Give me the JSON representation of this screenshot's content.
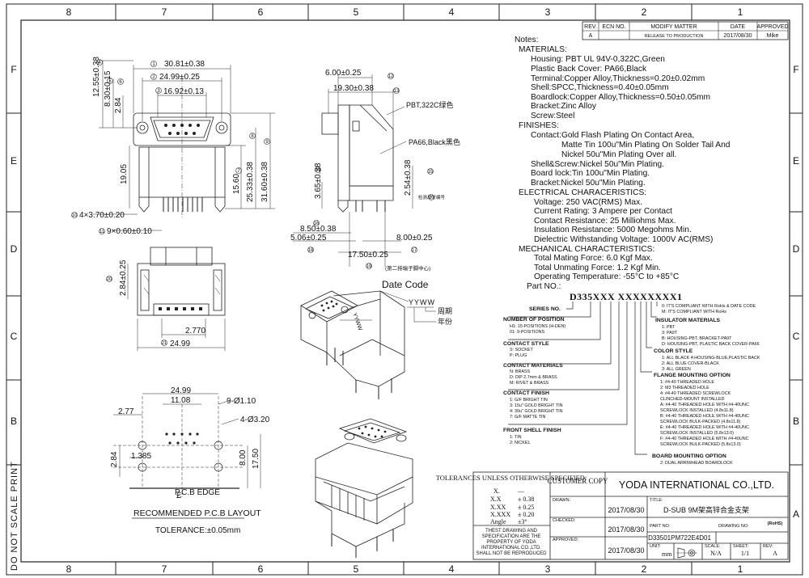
{
  "zones": {
    "cols_top": [
      "8",
      "7",
      "6",
      "5",
      "4",
      "3",
      "2",
      "1"
    ],
    "rows": [
      "F",
      "E",
      "D",
      "C",
      "B",
      "A"
    ],
    "side_text": "DO NOT SCALE PRINT"
  },
  "revision": {
    "headers": [
      "REV.",
      "ECN NO.",
      "MODIFY  MATTER",
      "DATE",
      "APPROVED"
    ],
    "row": [
      "A",
      "",
      "RELEASE TO PRODUCTION",
      "2017/08/30",
      "Mike"
    ]
  },
  "notes": [
    "Notes:",
    "MATERIALS:",
    "Housing: PBT UL 94V-0,322C,Green",
    "Plastic Back Cover: PA66,Black",
    "Terminal:Copper Alloy,Thickness=0.20±0.02mm",
    "Shell:SPCC,Thickness=0.40±0.05mm",
    "Boardlock:Copper Alloy,Thickness=0.50±0.05mm",
    "Bracket:Zinc Alloy",
    "Screw:Steel",
    "FINISHES:",
    "Contact:Gold Flash Plating On Contact Area,",
    "Matte Tin 100u\"Min Plating On Solder Tail And",
    "Nickel 50u\"Min Plating Over all.",
    "Shell&Screw:Nickel 50u\"Min Plating.",
    "Board lock:Tin 100u\"Min Plating.",
    "Bracket:Nickel 50u\"Min Plating.",
    "ELECTRICAL CHARACERISTICS:",
    "Voltage: 250 VAC(RMS) Max.",
    "Current Rating: 3 Ampere per Contact",
    "Contact Resistance: 25 Milliohms Max.",
    "Insulation Resistance: 5000 Megohms Min.",
    "Dielectric Withstanding Voltage: 1000V AC(RMS)",
    "MECHANICAL CHARACTERISTICS:",
    "Total Mating Force: 6.0 Kgf Max.",
    "Total Unmating Force: 1.2 Kgf Min.",
    "Operating Temperature:  -55°C to +85°C",
    "Part NO.:"
  ],
  "part_number": {
    "code": "D335XXX XXXXXXXX1",
    "series_label": "SERIES NO.",
    "left_groups": [
      {
        "title": "NUMBER OF POSITION",
        "items": [
          "H1: 15-POSITIONS (H-DEN)",
          "01: 9-POSITIONS"
        ]
      },
      {
        "title": "CONTACT STYLE",
        "items": [
          "S: SOCKET",
          "P: PLUG"
        ]
      },
      {
        "title": "CONTACT MATERIALS",
        "items": [
          "N: BRASS",
          "D: DIP 2.7mm & BRASS",
          "M: RIVET & BRASS"
        ]
      },
      {
        "title": "CONTACT FINISH",
        "items": [
          "1: G/F BRIGHT TIN",
          "3: 15u\" GOLD BRIGHT TIN",
          "4: 30u\" GOLD BRIGHT TIN",
          "7: G/F MATTE TIN"
        ]
      },
      {
        "title": "FRONT SHELL FINISH",
        "items": [
          "1: TIN",
          "2: NICKEL"
        ]
      }
    ],
    "right_groups": [
      {
        "title": "",
        "items": [
          "0: IT'S COMPLIANT WITH RoHs & DATE CODE",
          "M: IT'S COMPLIANT WITH RoHs"
        ]
      },
      {
        "title": "INSULATOR MATERIALS",
        "items": [
          "1: PBT",
          "3: PA9T",
          "B: HOUSING-PBT, BRACKET-PA9T",
          "D: HOUSING-PBT, PLASTIC BACK COVER-PA66"
        ]
      },
      {
        "title": "COLOR STYLE",
        "items": [
          "1: ALL BLACK    4:HOUSING-BLUE,PLASTIC BACK",
          "2: ALL BLUE         COVER-BLACK",
          "3: ALL GREEN"
        ]
      },
      {
        "title": "FLANGE MOUNTING OPTION",
        "items": [
          "1: #4-40 THREADED HOLE",
          "2: M3 THREADED HOLE",
          "4: #4-40 THREADED SCREWLOCK",
          "    CLINCHED-MOUNT INSTALLED",
          "A: #4-40 THREADED HOLE WITH #4-40UNC",
          "    SCREWLOCK INSTALLED (4.8x11.8)",
          "B: #4-40 THREADED HOLE WITH #4-40UNC",
          "    SCREWLOCK BULK-PACKED (4.8x11.8)",
          "E: #4-40 THREADED HOLE WITH #4-40UNC",
          "    SCREWLOCK INSTALLED (5.8x13.0)",
          "F: #4-40 THREADED HOLE WITH #4-40UNC",
          "    SCREWLOCK BULK-PACKED (5.8x13.0)"
        ]
      },
      {
        "title": "BOARD MOUNTING OPTION",
        "items": [
          "2: DUAL ARRIWHEAD BOARDLOCK"
        ]
      }
    ]
  },
  "front_view": {
    "dims": [
      "30.81±0.38",
      "24.99±0.25",
      "16.92±0.13",
      "12.55±0.38",
      "8.30±0.15",
      "2.84",
      "19.05",
      "15.60",
      "25.33±0.38",
      "31.60±0.38",
      "4×3.70±0.20",
      "9×0.60±0.10"
    ],
    "balloons": [
      "1",
      "2",
      "3",
      "4",
      "5",
      "6",
      "7",
      "8",
      "9",
      "10",
      "11"
    ]
  },
  "side_view": {
    "dims": [
      "6.00±0.25",
      "19.30±0.38",
      "3.65±0.38",
      "2.54±0.38",
      "8.50±0.38",
      "5.06±0.25",
      "8.00±0.25",
      "17.50±0.25"
    ],
    "callouts": [
      "PBT,322C绿色",
      "PA66,Black黑色",
      "检测尺寸编号",
      "(第二排端子脚中心)"
    ],
    "balloons": [
      "12",
      "13",
      "14",
      "15",
      "16",
      "17",
      "18",
      "19",
      "20"
    ]
  },
  "bottom_view": {
    "dims": [
      "2.84±0.25",
      "2.770",
      "24.99"
    ],
    "balloons": [
      "20",
      "21"
    ]
  },
  "pcb_layout": {
    "dims": [
      "24.99",
      "11.08",
      "9-Ø1.10",
      "2.77",
      "4-Ø3.20",
      "2.84",
      "1.385",
      "8.00",
      "17.50"
    ],
    "edge_label": "P.C.B EDGE",
    "title": "RECOMMENDED P.C.B LAYOUT",
    "tolerance": "TOLERANCE:±0.05mm"
  },
  "iso_view": {
    "date_code_title": "Date Code",
    "yyww": "YYWW",
    "week": "周期",
    "year": "年份",
    "housing_mark": "YYWW"
  },
  "title_block": {
    "tolerances_title": "TOLERANCES UNLESS OTHERWISE SPECIFIED:",
    "tol_rows": [
      [
        "X.",
        "—"
      ],
      [
        "X.X",
        "± 0.38"
      ],
      [
        "X.XX",
        "± 0.25"
      ],
      [
        "X.XXX",
        "± 0.20"
      ],
      [
        "Angle",
        "±3°"
      ]
    ],
    "disclaimer": [
      "THEST DRAWING AND",
      "SPECIFICATION ARE THE",
      "PROPERTY OF YODA",
      "INTERNATIONAL CO.,LTD.",
      "SHALL NOT BE REPRODUCED"
    ],
    "customer_copy": "CUSTOMER COPY",
    "company": "YODA INTERNATIONAL CO.,LTD.",
    "drawn_label": "DRAWN:",
    "checked_label": "CHECKED:",
    "approved_label": "APPROVED:",
    "date": "2017/08/30",
    "title_label": "TITLE:",
    "title_value": "D-SUB  9M架高锌合金支架",
    "rohs": "(RoHS)",
    "partno_label": "PART NO:",
    "partno_value": "D33501PM722E4D01",
    "drawing_no_label": "DRAWING NO:",
    "unit_label": "UNIT:",
    "unit_value": "mm",
    "scale_label": "SCALE:",
    "scale_value": "N/A",
    "sheet_label": "SHEET:",
    "sheet_value": "1/1",
    "rev_label": "REV:",
    "rev_value": "A"
  }
}
